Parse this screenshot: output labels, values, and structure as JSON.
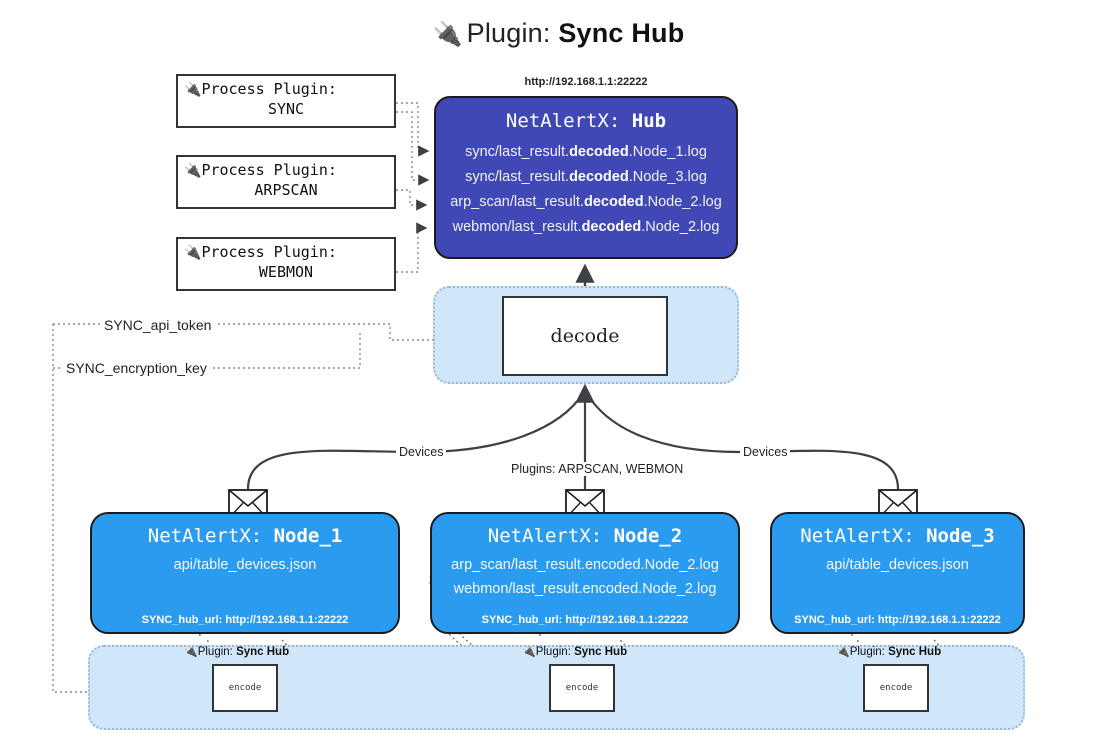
{
  "title": {
    "icon": "plug-icon",
    "glyph": "🔌",
    "prefix": "Plugin: ",
    "name": "Sync Hub"
  },
  "process_plugins": [
    {
      "prefix": "Process Plugin:",
      "name": "SYNC"
    },
    {
      "prefix": "Process Plugin:",
      "name": "ARPSCAN"
    },
    {
      "prefix": "Process Plugin:",
      "name": "WEBMON"
    }
  ],
  "hub": {
    "url": "http://192.168.1.1:22222",
    "title_prefix": "NetAlertX: ",
    "title_name": "Hub",
    "lines": [
      {
        "pre": "sync/last_result.",
        "mid": "decoded",
        "post": ".Node_1.log"
      },
      {
        "pre": "sync/last_result.",
        "mid": "decoded",
        "post": ".Node_3.log"
      },
      {
        "pre": "arp_scan/last_result.",
        "mid": "decoded",
        "post": ".Node_2.log"
      },
      {
        "pre": "webmon/last_result.",
        "mid": "decoded",
        "post": ".Node_2.log"
      }
    ]
  },
  "decode": {
    "label": "decode"
  },
  "keys": {
    "api_token": "SYNC_api_token",
    "encryption_key": "SYNC_encryption_key"
  },
  "edge_labels": {
    "devices_left": "Devices",
    "devices_right": "Devices",
    "plugins_center": "Plugins: ARPSCAN, WEBMON"
  },
  "nodes": [
    {
      "title_prefix": "NetAlertX: ",
      "title_name": "Node_1",
      "lines": [
        "api/table_devices.json"
      ],
      "footer": "SYNC_hub_url: http://192.168.1.1:22222"
    },
    {
      "title_prefix": "NetAlertX: ",
      "title_name": "Node_2",
      "lines": [
        "arp_scan/last_result.encoded.Node_2.log",
        "webmon/last_result.encoded.Node_2.log"
      ],
      "footer": "SYNC_hub_url: http://192.168.1.1:22222"
    },
    {
      "title_prefix": "NetAlertX: ",
      "title_name": "Node_3",
      "lines": [
        "api/table_devices.json"
      ],
      "footer": "SYNC_hub_url: http://192.168.1.1:22222"
    }
  ],
  "encoders": [
    {
      "plugin_prefix": "Plugin: ",
      "plugin_name": "Sync Hub",
      "label": "encode"
    },
    {
      "plugin_prefix": "Plugin: ",
      "plugin_name": "Sync Hub",
      "label": "encode"
    },
    {
      "plugin_prefix": "Plugin: ",
      "plugin_name": "Sync Hub",
      "label": "encode"
    }
  ],
  "colors": {
    "hub_fill": "#3f48b5",
    "node_fill": "#2b9bf0",
    "container_fill": "#d0e7fa",
    "stroke": "#1c1c1c",
    "dotted": "#9fb7c9"
  }
}
